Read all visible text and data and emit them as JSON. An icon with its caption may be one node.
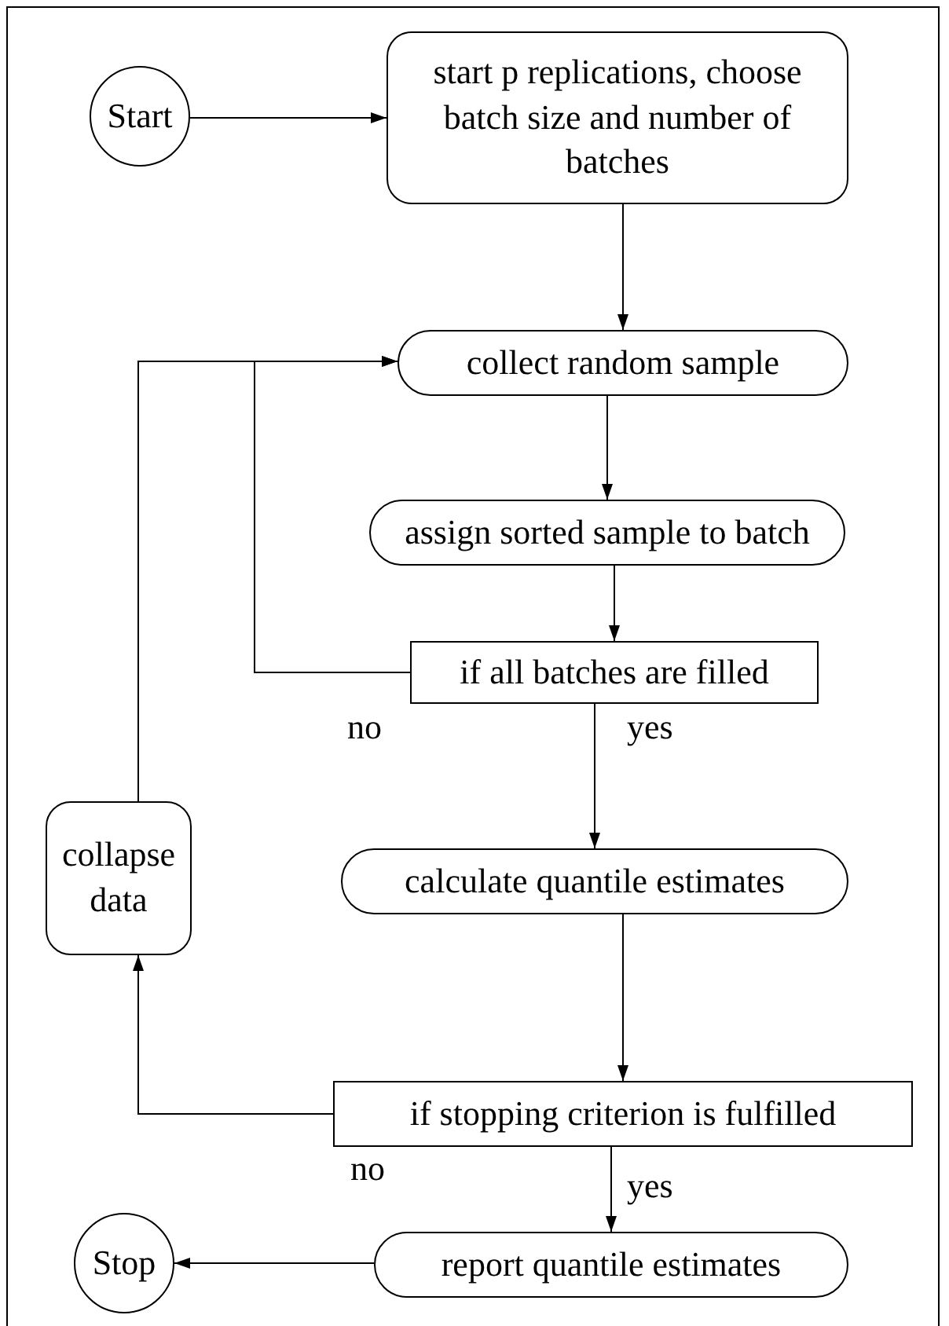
{
  "diagram": {
    "nodes": [
      {
        "text": [
          "Start"
        ]
      },
      {
        "text": [
          "start p replications, choose batch size and number of batches"
        ]
      },
      {
        "text": [
          "collect random sample"
        ]
      },
      {
        "text": [
          "assign sorted sample to batch"
        ]
      },
      {
        "text": [
          "if all batches are filled"
        ]
      },
      {
        "text": [
          "calculate quantile estimates"
        ]
      },
      {
        "text": [
          "collapse data"
        ]
      },
      {
        "text": [
          "if stopping criterion is fulfilled"
        ]
      },
      {
        "text": [
          "Stop"
        ]
      },
      {
        "text": [
          "report quantile estimates"
        ]
      }
    ],
    "edges": [
      {
        "from": 0,
        "to": 1,
        "arrow": "to"
      },
      {
        "from": 1,
        "to": 2,
        "arrow": "to"
      },
      {
        "from": 2,
        "to": 3,
        "arrow": "to"
      },
      {
        "from": 3,
        "to": 4,
        "arrow": "to"
      },
      {
        "from": 4,
        "to": 2,
        "arrow": "to",
        "label": "no"
      },
      {
        "from": 4,
        "to": 5,
        "arrow": "to",
        "label": "yes"
      },
      {
        "from": 5,
        "to": 7,
        "arrow": "to"
      },
      {
        "from": 7,
        "to": 6,
        "arrow": "to",
        "label": "no"
      },
      {
        "from": 6,
        "to": 2,
        "arrow": "to"
      },
      {
        "from": 7,
        "to": 9,
        "arrow": "to",
        "label": "yes"
      },
      {
        "from": 9,
        "to": 8,
        "arrow": "to"
      }
    ]
  }
}
